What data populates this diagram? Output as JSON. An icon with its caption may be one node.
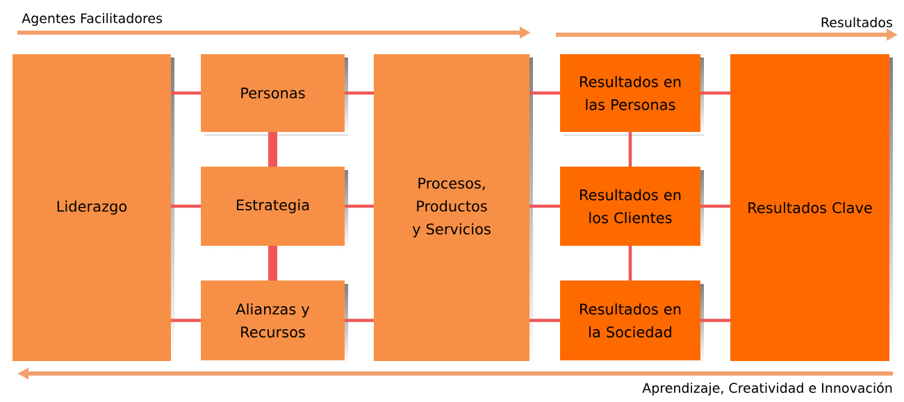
{
  "diagram": {
    "nodes": [
      {
        "text": [
          "Liderazgo"
        ]
      },
      {
        "text": [
          "Personas"
        ]
      },
      {
        "text": [
          "Estrategia"
        ]
      },
      {
        "text": [
          "Alianzas y Recursos"
        ]
      },
      {
        "text": [
          "Procesos, Productos y Servicios"
        ]
      },
      {
        "text": [
          "Resultados en las Personas"
        ]
      },
      {
        "text": [
          "Resultados en los Clientes"
        ]
      },
      {
        "text": [
          "Resultados en la Sociedad"
        ]
      },
      {
        "text": [
          "Resultados Clave"
        ]
      }
    ],
    "edges": [
      {
        "from": 0,
        "to": 1,
        "arrow": "none"
      },
      {
        "from": 0,
        "to": 2,
        "arrow": "none"
      },
      {
        "from": 0,
        "to": 3,
        "arrow": "none"
      },
      {
        "from": 1,
        "to": 2,
        "arrow": "none",
        "style": "thick"
      },
      {
        "from": 2,
        "to": 3,
        "arrow": "none",
        "style": "thick"
      },
      {
        "from": 1,
        "to": 4,
        "arrow": "none"
      },
      {
        "from": 2,
        "to": 4,
        "arrow": "none"
      },
      {
        "from": 3,
        "to": 4,
        "arrow": "none"
      },
      {
        "from": 4,
        "to": 5,
        "arrow": "none"
      },
      {
        "from": 4,
        "to": 6,
        "arrow": "none"
      },
      {
        "from": 4,
        "to": 7,
        "arrow": "none"
      },
      {
        "from": 5,
        "to": 6,
        "arrow": "none"
      },
      {
        "from": 6,
        "to": 7,
        "arrow": "none"
      },
      {
        "from": 5,
        "to": 8,
        "arrow": "none"
      },
      {
        "from": 6,
        "to": 8,
        "arrow": "none"
      },
      {
        "from": 7,
        "to": 8,
        "arrow": "none"
      }
    ],
    "labels": [
      "Agentes Facilitadores",
      "Resultados",
      "Aprendizaje, Creatividad e Innovación"
    ]
  }
}
